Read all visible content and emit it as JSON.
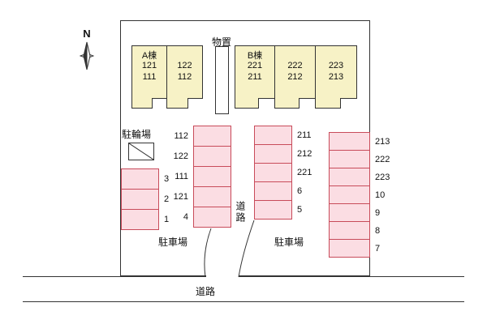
{
  "compass": {
    "label": "N"
  },
  "colors": {
    "building_fill": "#f7f2c6",
    "parking_fill": "#fbdde3",
    "parking_border": "#c84b5a",
    "line": "#333333"
  },
  "buildings": {
    "a": {
      "name": "A棟",
      "units": [
        {
          "line1": "121",
          "line2": "111"
        },
        {
          "line1": "122",
          "line2": "112"
        }
      ]
    },
    "b": {
      "name": "B棟",
      "units": [
        {
          "line1": "221",
          "line2": "211"
        },
        {
          "line1": "222",
          "line2": "212"
        },
        {
          "line1": "223",
          "line2": "213"
        }
      ]
    }
  },
  "facilities": {
    "storage": "物置",
    "bicycle_parking": "駐輪場",
    "parking_lot_left": "駐車場",
    "parking_lot_right": "駐車場",
    "road_inner": "道路",
    "road_bottom": "道路"
  },
  "parking": {
    "left_col": [
      "3",
      "2",
      "1"
    ],
    "mid_left_col": [
      "112",
      "122",
      "111",
      "121",
      "4"
    ],
    "mid_right_col": [
      "211",
      "212",
      "221",
      "6",
      "5"
    ],
    "right_col": [
      "213",
      "222",
      "223",
      "10",
      "9",
      "8",
      "7"
    ]
  }
}
